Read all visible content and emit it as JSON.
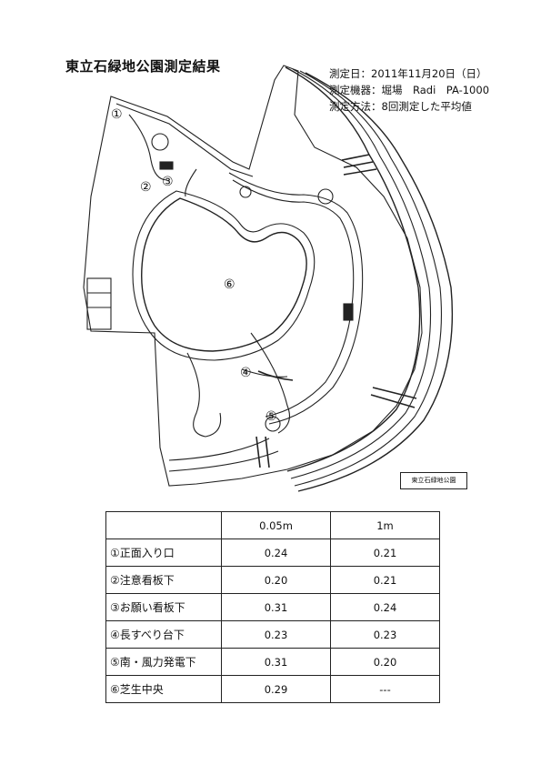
{
  "title": "東立石緑地公園測定結果",
  "meta": {
    "date": "測定日：2011年11月20日（日）",
    "device": "測定機器：堀場　Radi　PA-1000",
    "method": "測定方法：8回測定した平均値"
  },
  "map": {
    "markers": [
      "①",
      "②",
      "③",
      "④",
      "⑤",
      "⑥"
    ],
    "caption": "東立石緑地公園"
  },
  "table": {
    "headers": [
      "",
      "0.05m",
      "1m"
    ],
    "rows": [
      {
        "label": "①正面入り口",
        "v1": "0.24",
        "v2": "0.21"
      },
      {
        "label": "②注意看板下",
        "v1": "0.20",
        "v2": "0.21"
      },
      {
        "label": "③お願い看板下",
        "v1": "0.31",
        "v2": "0.24"
      },
      {
        "label": "④長すべり台下",
        "v1": "0.23",
        "v2": "0.23"
      },
      {
        "label": "⑤南・風力発電下",
        "v1": "0.31",
        "v2": "0.20"
      },
      {
        "label": "⑥芝生中央",
        "v1": "0.29",
        "v2": "---"
      }
    ]
  },
  "colors": {
    "ink": "#111111",
    "line": "#222222"
  }
}
